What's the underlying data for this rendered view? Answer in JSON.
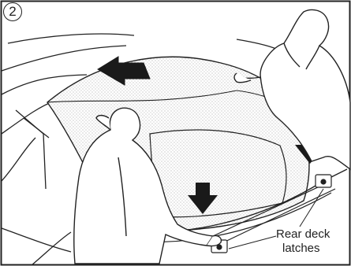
{
  "diagram": {
    "step_number": "2",
    "callout": {
      "line1": "Rear deck",
      "line2": "latches"
    },
    "colors": {
      "ink": "#222222",
      "paper": "#ffffff",
      "stipple": "#9a9a9a"
    }
  }
}
